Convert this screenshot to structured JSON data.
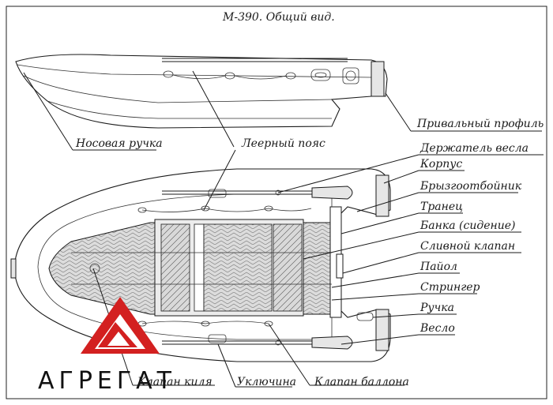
{
  "title": "М-390. Общий вид.",
  "labels": {
    "privalny_profil": "Привальный профиль",
    "nosovaya_ruchka": "Носовая ручка",
    "leerny_poyas": "Леерный пояс",
    "derzhatel_vesla": "Держатель весла",
    "korpus": "Корпус",
    "bryzgootboynik": "Брызгоотбойник",
    "tranets": "Транец",
    "banka": "Банка (сидение)",
    "slivnoy_klapan": "Сливной клапан",
    "payol": "Пайол",
    "stringer": "Стрингер",
    "ruchka": "Ручка",
    "veslo": "Весло",
    "klapan_kilya": "Клапан киля",
    "uklyuchina": "Уключина",
    "klapan_ballona": "Клапан баллона"
  },
  "logo": {
    "text": "АГРЕГАТ",
    "color": "#d32020"
  }
}
